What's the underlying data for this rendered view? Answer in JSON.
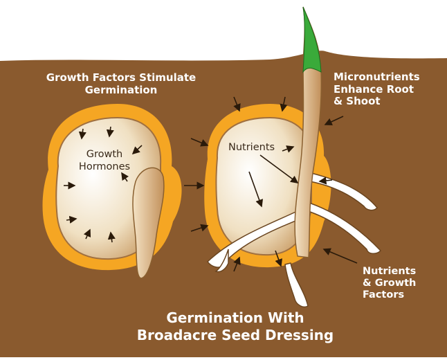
{
  "labels": {
    "growth_factors": "Growth Factors Stimulate\nGermination",
    "growth_hormones": "Growth\nHormones",
    "nutrients": "Nutrients",
    "micronutrients": "Micronutrients\nEnhance Root\n& Shoot",
    "nutrients_growth": "Nutrients\n& Growth\nFactors",
    "title": "Germination With\nBroadacre Seed Dressing"
  },
  "colors": {
    "soil": "#8a5a2e",
    "coating": "#f5a623",
    "seed_flesh": "#f3e6cc",
    "shoot_tip": "#3aaa3a"
  }
}
